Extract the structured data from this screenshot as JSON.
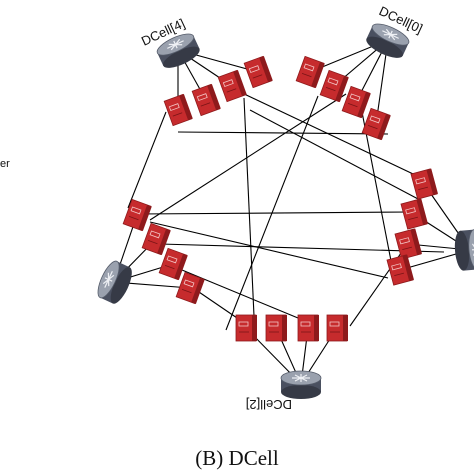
{
  "caption": "(B) DCell",
  "partial_text_left": "er",
  "cells": [
    {
      "label": "DCell[4]",
      "rotation_deg": -25
    },
    {
      "label": "DCell[0]",
      "rotation_deg": 25
    },
    {
      "label": "DCell[2]",
      "rotation_deg": 180
    }
  ],
  "colors": {
    "server": "#c62b2d",
    "server_dark": "#8e1a1c",
    "switch": "#4a5060",
    "line": "#000000"
  },
  "icons": [
    "switch-router-icon",
    "server-rack-icon"
  ]
}
